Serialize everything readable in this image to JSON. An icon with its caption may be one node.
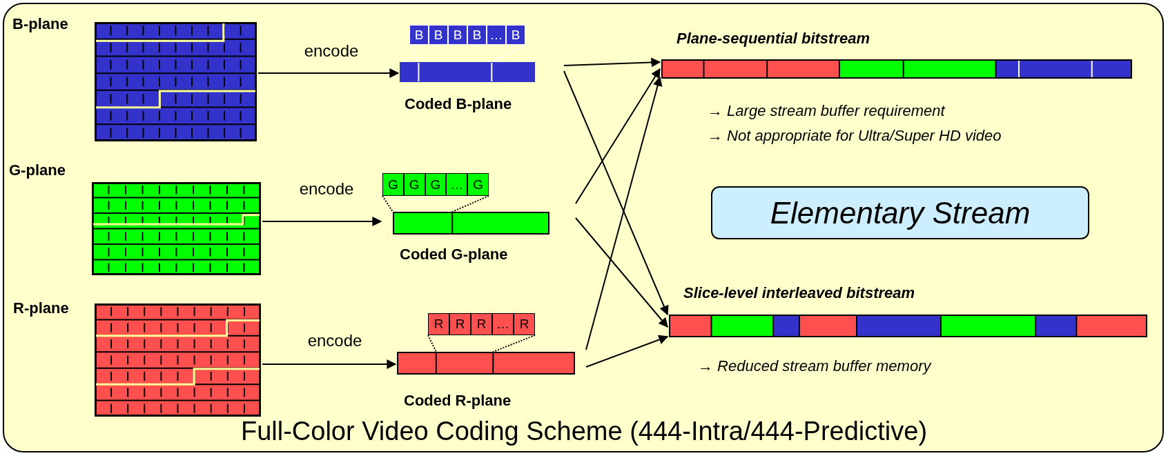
{
  "diagram": {
    "caption": "Full-Color Video Coding Scheme (444-Intra/444-Predictive)",
    "nodes": [
      {
        "text": [
          "B-plane"
        ]
      },
      {
        "text": [
          "G-plane"
        ]
      },
      {
        "text": [
          "R-plane"
        ]
      },
      {
        "text": [
          "B",
          "B",
          "B",
          "B",
          "…",
          "B",
          "Coded B-plane"
        ]
      },
      {
        "text": [
          "G",
          "G",
          "G",
          "…",
          "G",
          "Coded G-plane"
        ]
      },
      {
        "text": [
          "R",
          "R",
          "R",
          "…",
          "R",
          "Coded R-plane"
        ]
      },
      {
        "text": [
          "Plane-sequential bitstream"
        ],
        "beside": [
          "→ Large stream buffer requirement",
          "→ Not appropriate for Ultra/Super HD video"
        ]
      },
      {
        "text": [
          "Elementary Stream"
        ]
      },
      {
        "text": [
          "Slice-level interleaved bitstream"
        ],
        "beside": [
          "→ Reduced stream buffer memory"
        ]
      }
    ],
    "edges": [
      {
        "from": 0,
        "to": 3,
        "arrow": "to",
        "label": "encode"
      },
      {
        "from": 1,
        "to": 4,
        "arrow": "to",
        "label": "encode"
      },
      {
        "from": 2,
        "to": 5,
        "arrow": "to",
        "label": "encode"
      },
      {
        "from": 3,
        "to": 6,
        "arrow": "to"
      },
      {
        "from": 3,
        "to": 8,
        "arrow": "to"
      },
      {
        "from": 4,
        "to": 6,
        "arrow": "to"
      },
      {
        "from": 4,
        "to": 8,
        "arrow": "to"
      },
      {
        "from": 5,
        "to": 6,
        "arrow": "to"
      },
      {
        "from": 5,
        "to": 8,
        "arrow": "to"
      }
    ]
  }
}
